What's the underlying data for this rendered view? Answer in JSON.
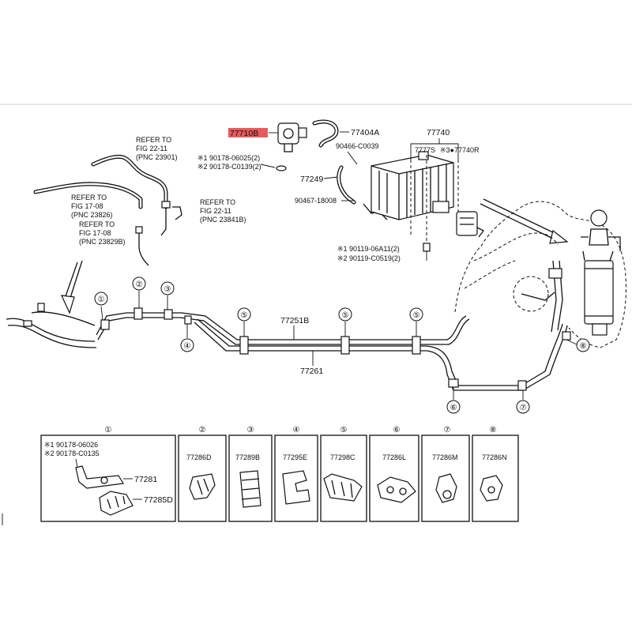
{
  "refer_notes": [
    {
      "lines": [
        "REFER TO",
        "FIG 22-11",
        "(PNC 23901)"
      ]
    },
    {
      "lines": [
        "REFER TO",
        "FIG 17-08",
        "(PNC 23826)"
      ]
    },
    {
      "lines": [
        "REFER TO",
        "FIG 22-11",
        "(PNC 23841B)"
      ]
    },
    {
      "lines": [
        "REFER TO",
        "FIG 17-08",
        "(PNC 23829B)"
      ]
    }
  ],
  "parts": {
    "highlighted": "77710B",
    "p77404A": "77404A",
    "p90466": "90466-C0039",
    "p77740": "77740",
    "p77775": "7777S",
    "p77740R": "※3●77740R",
    "bolt1": "※1 90178-06025(2)",
    "bolt2": "※2 90178-C0139(2)",
    "p77249": "77249",
    "p90467": "90467-18008",
    "bolt3": "※1 90119-06A11(2)",
    "bolt4": "※2 90119-C0519(2)",
    "p77251B": "77251B",
    "p77261": "77261"
  },
  "callouts": {
    "c1": "①",
    "c2": "②",
    "c3": "③",
    "c4": "④",
    "c5a": "⑤",
    "c5b": "⑤",
    "c5c": "⑤",
    "c6": "⑥",
    "c7": "⑦",
    "c8": "⑧"
  },
  "detail_boxes": [
    {
      "circle": "①",
      "parts": [
        "※1 90178-06026",
        "※2 90178-C0135",
        "77281",
        "77285D"
      ]
    },
    {
      "circle": "②",
      "parts": [
        "77286D"
      ]
    },
    {
      "circle": "③",
      "parts": [
        "77289B"
      ]
    },
    {
      "circle": "④",
      "parts": [
        "77295E"
      ]
    },
    {
      "circle": "⑤",
      "parts": [
        "77298C"
      ]
    },
    {
      "circle": "⑥",
      "parts": [
        "77286L"
      ]
    },
    {
      "circle": "⑦",
      "parts": [
        "77286M"
      ]
    },
    {
      "circle": "⑧",
      "parts": [
        "77286N"
      ]
    }
  ],
  "colors": {
    "highlight": "#e85a5a",
    "line": "#111111"
  }
}
